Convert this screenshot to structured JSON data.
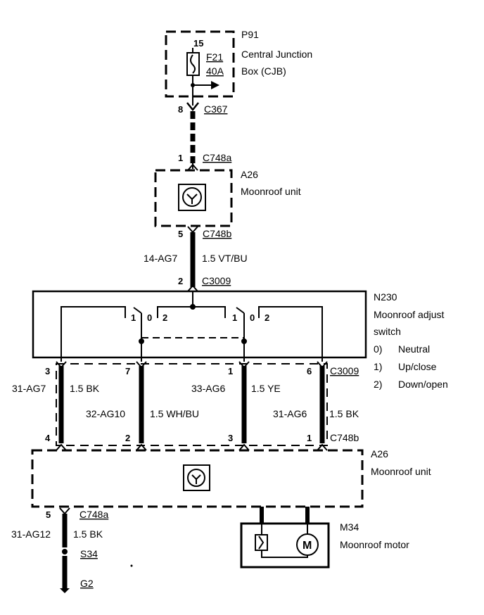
{
  "cjb": {
    "id": "P91",
    "name_line1": "Central Junction",
    "name_line2": "Box (CJB)",
    "fuse_id": "F21",
    "fuse_rating": "40A",
    "pin_top": "15"
  },
  "conn_c367": {
    "pin": "8",
    "label": "C367"
  },
  "conn_c748a": {
    "pin": "1",
    "label": "C748a"
  },
  "moonroof_top": {
    "id": "A26",
    "name": "Moonroof unit"
  },
  "conn_c748b_top": {
    "pin": "5",
    "label": "C748b"
  },
  "wire_ag7": {
    "code": "14-AG7",
    "spec": "1.5 VT/BU"
  },
  "conn_c3009_top": {
    "pin": "2",
    "label": "C3009"
  },
  "switch": {
    "id": "N230",
    "name_line1": "Moonroof adjust",
    "name_line2": "switch",
    "legend": [
      "0)",
      "Neutral",
      "1)",
      "Up/close",
      "2)",
      "Down/open"
    ],
    "pos_left": [
      "1",
      "0",
      "2"
    ],
    "pos_right": [
      "1",
      "0",
      "2"
    ]
  },
  "conn_c3009_bottom": {
    "label": "C3009",
    "pins": [
      "3",
      "7",
      "1",
      "6"
    ]
  },
  "wires_mid": [
    {
      "code": "31-AG7",
      "spec": "1.5 BK"
    },
    {
      "code": "32-AG10",
      "spec": "1.5 WH/BU"
    },
    {
      "code": "33-AG6",
      "spec": "1.5 YE"
    },
    {
      "code": "31-AG6",
      "spec": "1.5 BK"
    }
  ],
  "conn_c748b_mid": {
    "label": "C748b",
    "pins": [
      "4",
      "2",
      "3",
      "1"
    ]
  },
  "moonroof_bottom": {
    "id": "A26",
    "name": "Moonroof unit"
  },
  "conn_c748a_bottom": {
    "pin": "5",
    "label": "C748a"
  },
  "wire_ag12": {
    "code": "31-AG12",
    "spec": "1.5 BK"
  },
  "splice": {
    "label": "S34"
  },
  "ground": {
    "label": "G2"
  },
  "motor": {
    "id": "M34",
    "name": "Moonroof motor",
    "symbol": "M"
  }
}
